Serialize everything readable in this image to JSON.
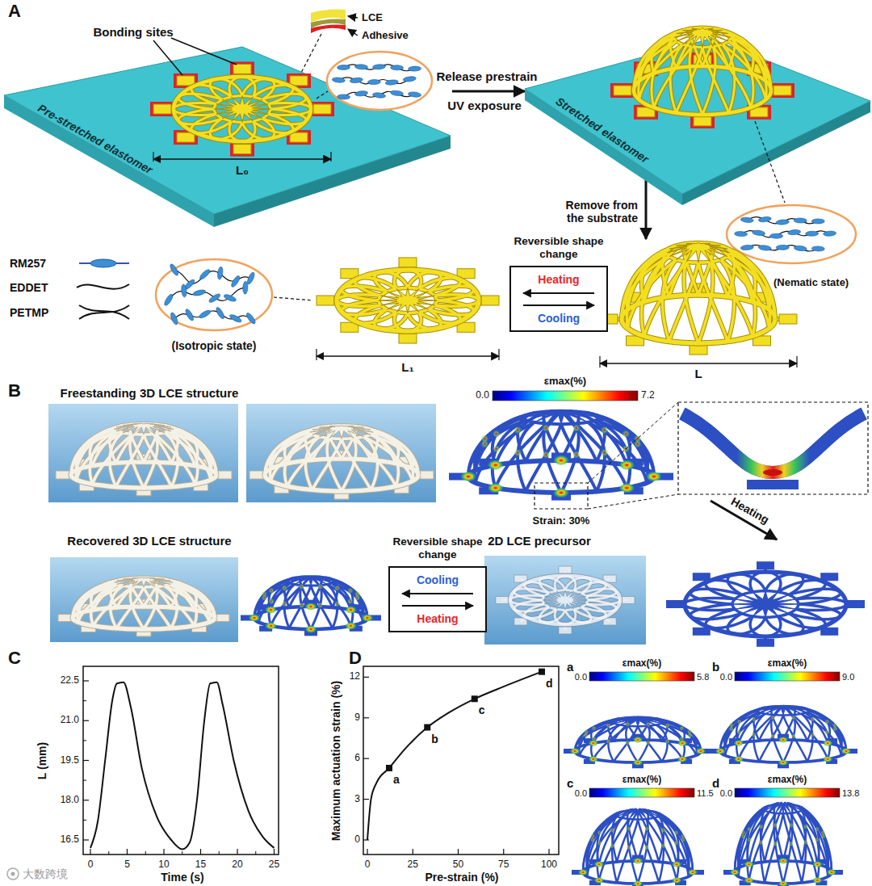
{
  "diagram": {
    "nodes": [
      {
        "text": [
          "Pre-stretched elastomer"
        ]
      },
      {
        "text": [
          "Stretched elastomer"
        ]
      },
      {
        "text": [
          "Reversible shape change",
          "Heating",
          "Cooling"
        ]
      },
      {
        "text": [
          "Reversible shape change",
          "Cooling",
          "Heating"
        ]
      }
    ],
    "edges": [
      {
        "from": 0,
        "to": 1,
        "arrow": "to"
      }
    ],
    "labels": [
      "A",
      "Bonding sites",
      "LCE",
      "Adhesive",
      "L₀",
      "Release prestrain",
      "UV exposure",
      "Remove from the substrate",
      "RM257",
      "EDDET",
      "PETMP",
      "(Isotropic state)",
      "L₁",
      "L",
      "(Nematic state)",
      "B",
      "Freestanding 3D LCE structure",
      "εmax(%)",
      "0.0",
      "7.2",
      "Strain: 30%",
      "Heating",
      "Recovered 3D LCE structure",
      "2D LCE precursor",
      "C",
      "22.5",
      "21.0",
      "19.5",
      "18.0",
      "16.5",
      "0",
      "5",
      "10",
      "15",
      "20",
      "25",
      "L (mm)",
      "Time (s)",
      "D",
      "12",
      "9",
      "6",
      "3",
      "0",
      "0",
      "25",
      "50",
      "75",
      "100",
      "Maximum actuation strain (%)",
      "Pre-strain (%)",
      "a",
      "b",
      "c",
      "d",
      "a",
      "εmax(%)",
      "0.0",
      "5.8",
      "b",
      "εmax(%)",
      "0.0",
      "9.0",
      "c",
      "εmax(%)",
      "0.0",
      "11.5",
      "d",
      "εmax(%)",
      "0.0",
      "13.8",
      "大数跨境"
    ]
  }
}
